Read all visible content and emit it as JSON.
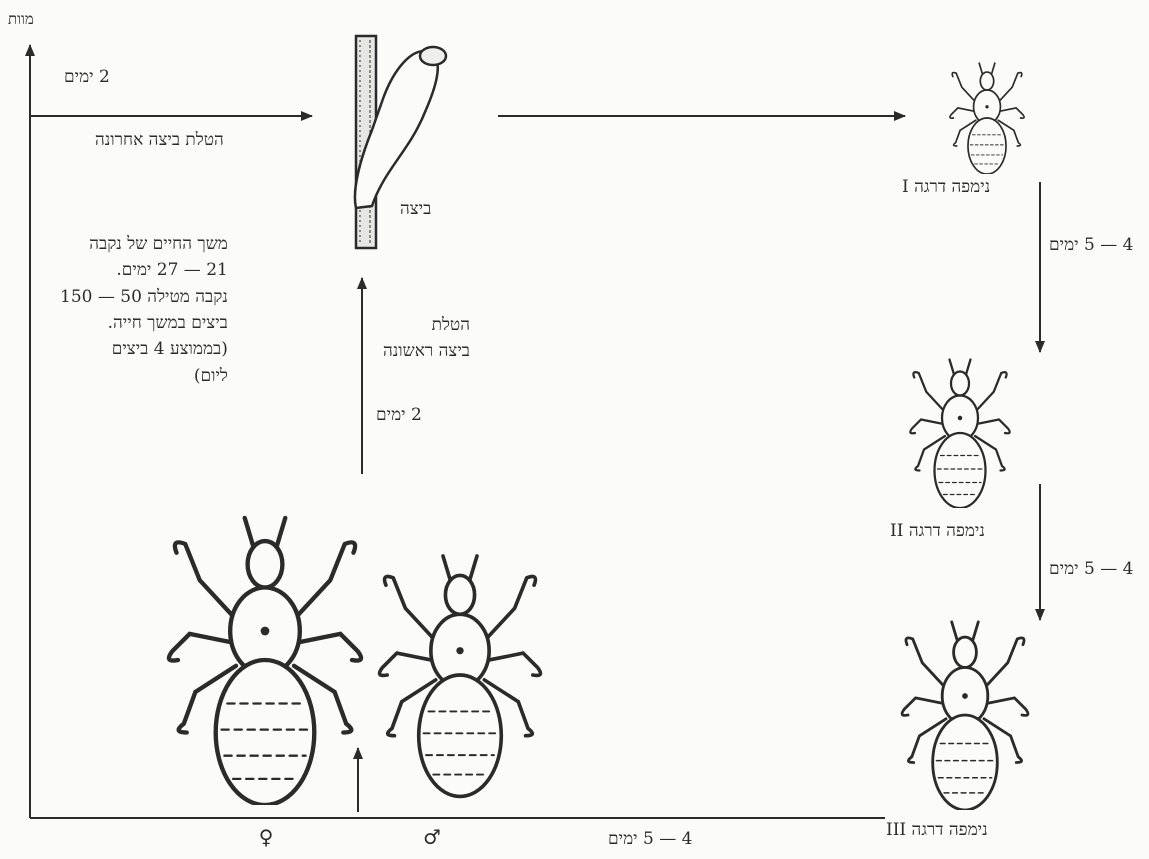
{
  "axis": {
    "y_top_label": "מוות"
  },
  "labels": {
    "two_days_top": "2 ימים",
    "last_egg": "הטלת ביצה אחרונה",
    "egg": "ביצה",
    "nymph_1": "נימפה דרגה I",
    "nymph_2": "נימפה דרגה II",
    "nymph_3": "נימפה דרגה III",
    "days_4_5_a": "4 — 5 ימים",
    "days_4_5_b": "4 — 5 ימים",
    "days_4_5_bottom": "4 — 5 ימים",
    "first_egg": "הטלת\nביצה ראשונה",
    "two_days_mid": "2 ימים",
    "female_info": "משך החיים של נקבה\n21 — 27 ימים.\nנקבה מטילה 50 — 150\nביצים במשך חייה.\n(בממוצע 4 ביצים\nליום)",
    "female_symbol": "♀",
    "male_symbol": "♂"
  },
  "icons": [
    "egg-icon",
    "nymph-1-icon",
    "nymph-2-icon",
    "nymph-3-icon",
    "female-louse-icon",
    "male-louse-icon"
  ],
  "colors": {
    "ink": "#2b2b2b",
    "paper": "#fbfbfa"
  }
}
